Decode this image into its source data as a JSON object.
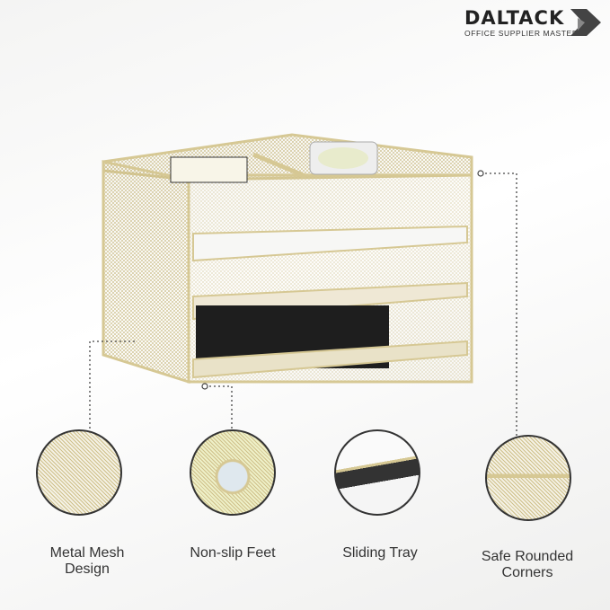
{
  "logo": {
    "brand": "DALTACK",
    "tagline": "OFFICE SUPPLIER MASTER"
  },
  "features": [
    {
      "label": "Metal Mesh Design",
      "line1": "Metal Mesh",
      "line2": "Design"
    },
    {
      "label": "Non-slip Feet",
      "line1": "Non-slip Feet",
      "line2": ""
    },
    {
      "label": "Sliding Tray",
      "line1": "Sliding Tray",
      "line2": ""
    },
    {
      "label": "Safe Rounded Corners",
      "line1": "Safe Rounded",
      "line2": "Corners"
    }
  ],
  "colors": {
    "frame": "#d6c894",
    "mesh": "#c9bb85",
    "accent": "#333333"
  }
}
